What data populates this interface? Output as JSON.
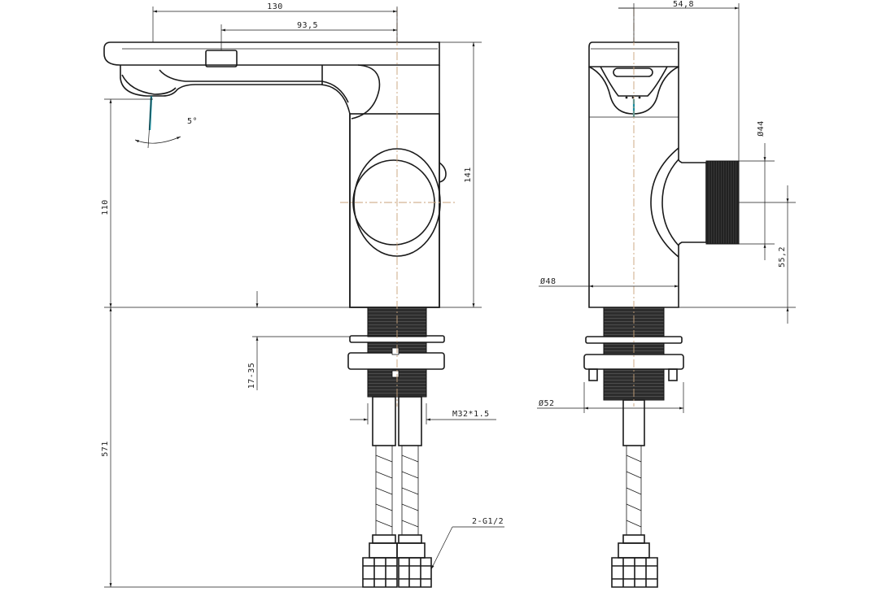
{
  "dimensions": {
    "overall_length": "130",
    "spout_reach": "93,5",
    "body_height": "141",
    "spout_height": "110",
    "tilt_angle": "5°",
    "mount_range": "17-35",
    "hose_length": "571",
    "thread": "M32*1.5",
    "hose_connection": "2-G1/2",
    "side_width": "54,8",
    "handle_diameter": "Ø44",
    "handle_offset": "55,2",
    "body_diameter": "Ø48",
    "flange_diameter": "Ø52"
  },
  "colors": {
    "outline": "#1a1a1a",
    "center_line": "#c8a27a",
    "water_stream": "#1e8fa0",
    "dark_fill": "#2a2a2a"
  }
}
